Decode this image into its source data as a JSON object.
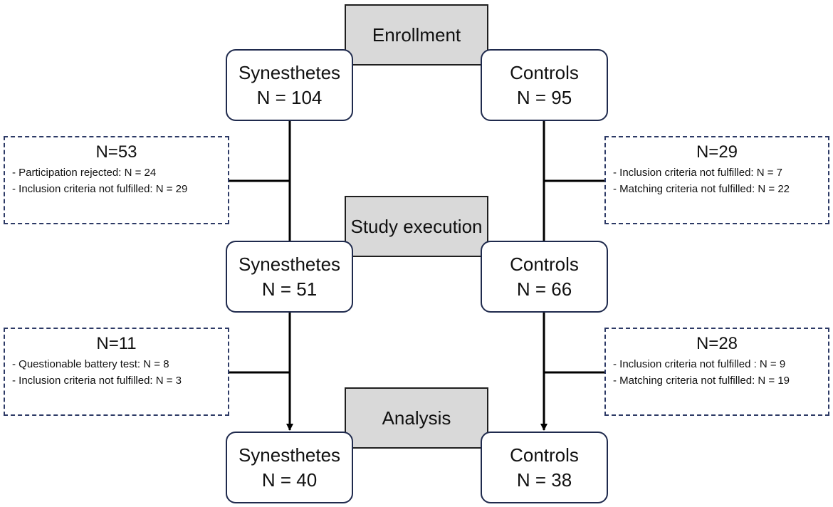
{
  "stages": {
    "enrollment": "Enrollment",
    "study_execution": "Study execution",
    "analysis": "Analysis"
  },
  "groups": {
    "synesthetes": {
      "label": "Synesthetes",
      "enrollment_n": "N = 104",
      "study_n": "N = 51",
      "analysis_n": "N = 40"
    },
    "controls": {
      "label": "Controls",
      "enrollment_n": "N = 95",
      "study_n": "N = 66",
      "analysis_n": "N = 38"
    }
  },
  "exclusions": {
    "synesthetes_first": {
      "count": "N=53",
      "reasons": [
        "- Participation rejected: N = 24",
        "- Inclusion criteria not fulfilled: N = 29"
      ]
    },
    "controls_first": {
      "count": "N=29",
      "reasons": [
        "- Inclusion criteria not fulfilled: N = 7",
        "- Matching criteria not fulfilled: N = 22"
      ]
    },
    "synesthetes_second": {
      "count": "N=11",
      "reasons": [
        "- Questionable battery test: N = 8",
        "- Inclusion criteria not fulfilled: N = 3"
      ]
    },
    "controls_second": {
      "count": "N=28",
      "reasons": [
        "- Inclusion criteria not fulfilled : N = 9",
        "- Matching criteria not fulfilled: N = 19"
      ]
    }
  },
  "colors": {
    "stage_fill": "#d9d9d9",
    "box_border": "#1f2a4d",
    "exclusion_border": "#2d3a66",
    "line": "#000000"
  }
}
